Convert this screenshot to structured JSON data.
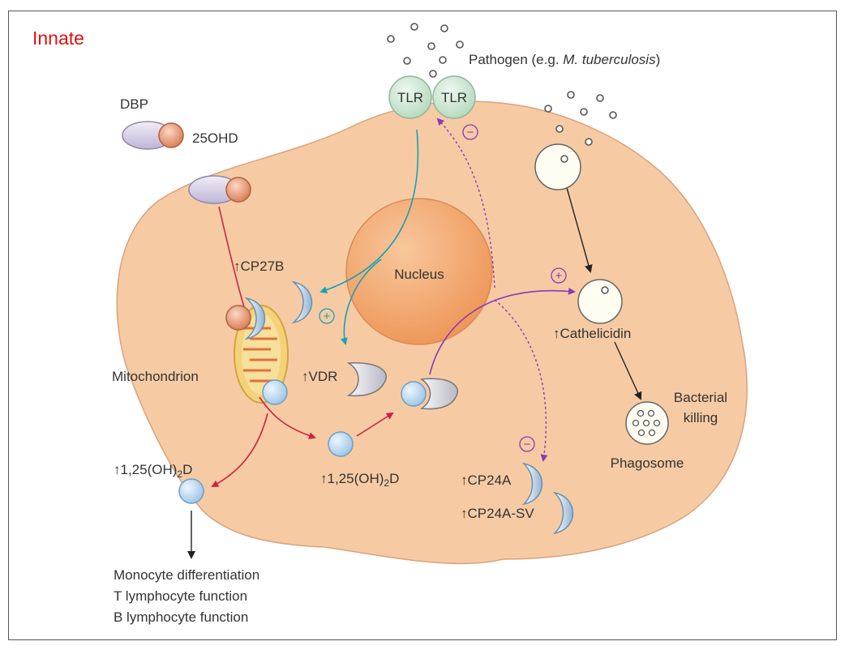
{
  "title": "Innate",
  "labels": {
    "pathogen_prefix": "Pathogen (e.g. ",
    "pathogen_species": "M. tuberculosis",
    "pathogen_suffix": ")",
    "tlr_1": "TLR",
    "tlr_2": "TLR",
    "dbp": "DBP",
    "hydroxy": "25OHD",
    "cyp27b": "CP27B",
    "nucleus": "Nucleus",
    "mitochondrion": "Mitochondrion",
    "vdr": "VDR",
    "cathelicidin": "Cathelicidin",
    "bacterial": "Bacterial",
    "killing": "killing",
    "phagosome": "Phagosome",
    "calcitriol_left_main": "1,25(OH)",
    "calcitriol_left_sub": "2",
    "calcitriol_left_end": "D",
    "calcitriol_center_main": "1,25(OH)",
    "calcitriol_center_sub": "2",
    "calcitriol_center_end": "D",
    "cyp24a": "CP24A",
    "cyp24a_sv": "CP24A-SV",
    "outcome_1": "Monocyte differentiation",
    "outcome_2": "T lymphocyte function",
    "outcome_3": "B lymphocyte function",
    "up_arrow": "↑",
    "plus": "+",
    "minus": "−"
  },
  "colors": {
    "title": "#e01010",
    "cell_fill": "#f6cba4",
    "nucleus_fill": "#f2a36b",
    "tlr_fill": "#cfe6d4",
    "calcitriol_fill": "#c3dcf0",
    "hydroxy_fill": "#e8a07e",
    "dbp_fill": "#ddd6ea",
    "pathway_red": "#cc2244",
    "pathway_teal": "#1aa0b4",
    "pathway_purple": "#8a3ab8"
  }
}
